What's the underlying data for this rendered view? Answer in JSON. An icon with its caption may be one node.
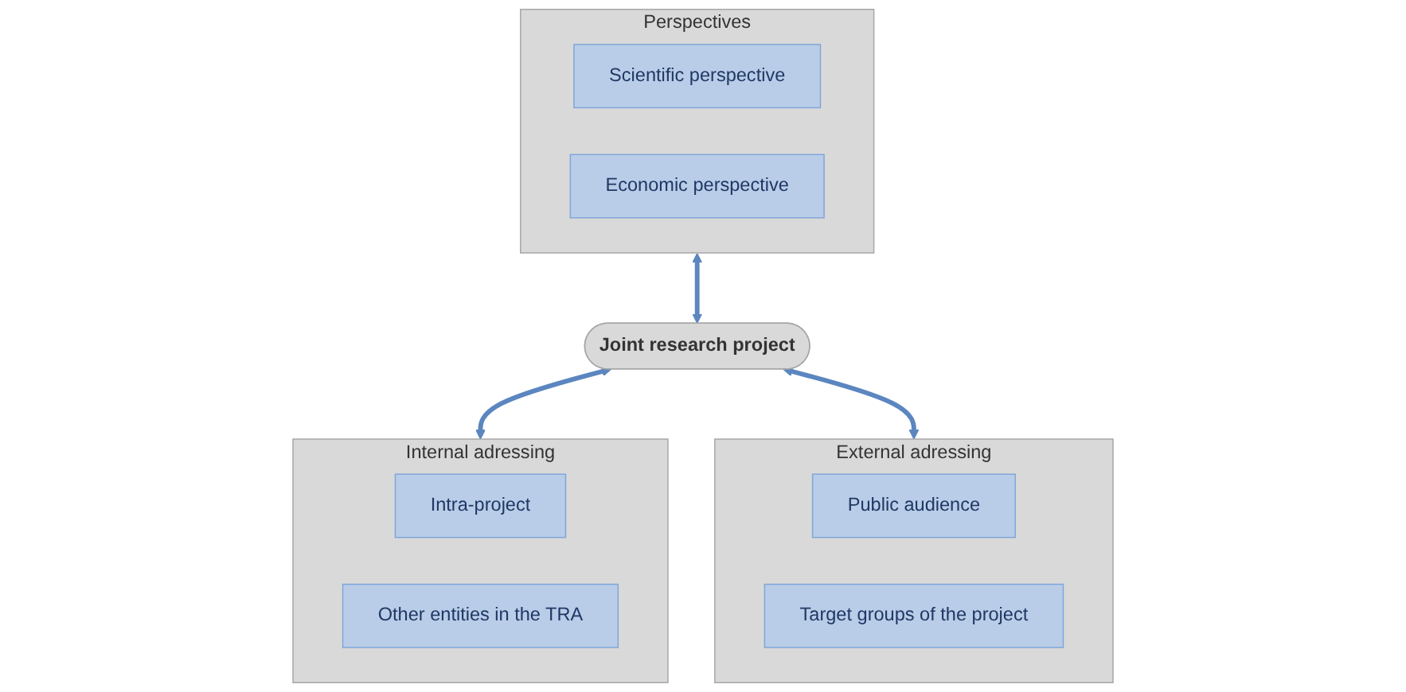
{
  "diagram": {
    "nodes": [
      {
        "text": [
          "Perspectives"
        ]
      },
      {
        "text": [
          "Scientific perspective"
        ],
        "in": 0
      },
      {
        "text": [
          "Economic perspective"
        ],
        "in": 0
      },
      {
        "text": [
          "Joint research project"
        ]
      },
      {
        "text": [
          "Internal adressing"
        ]
      },
      {
        "text": [
          "Intra-project"
        ],
        "in": 4
      },
      {
        "text": [
          "Other entities in the TRA"
        ],
        "in": 4
      },
      {
        "text": [
          "External adressing"
        ]
      },
      {
        "text": [
          "Public audience"
        ],
        "in": 7
      },
      {
        "text": [
          "Target groups of the project"
        ],
        "in": 7
      }
    ],
    "edges": [
      {
        "from": 0,
        "to": 3,
        "arrow": "both"
      },
      {
        "from": 3,
        "to": 4,
        "arrow": "both"
      },
      {
        "from": 3,
        "to": 7,
        "arrow": "both"
      }
    ]
  }
}
